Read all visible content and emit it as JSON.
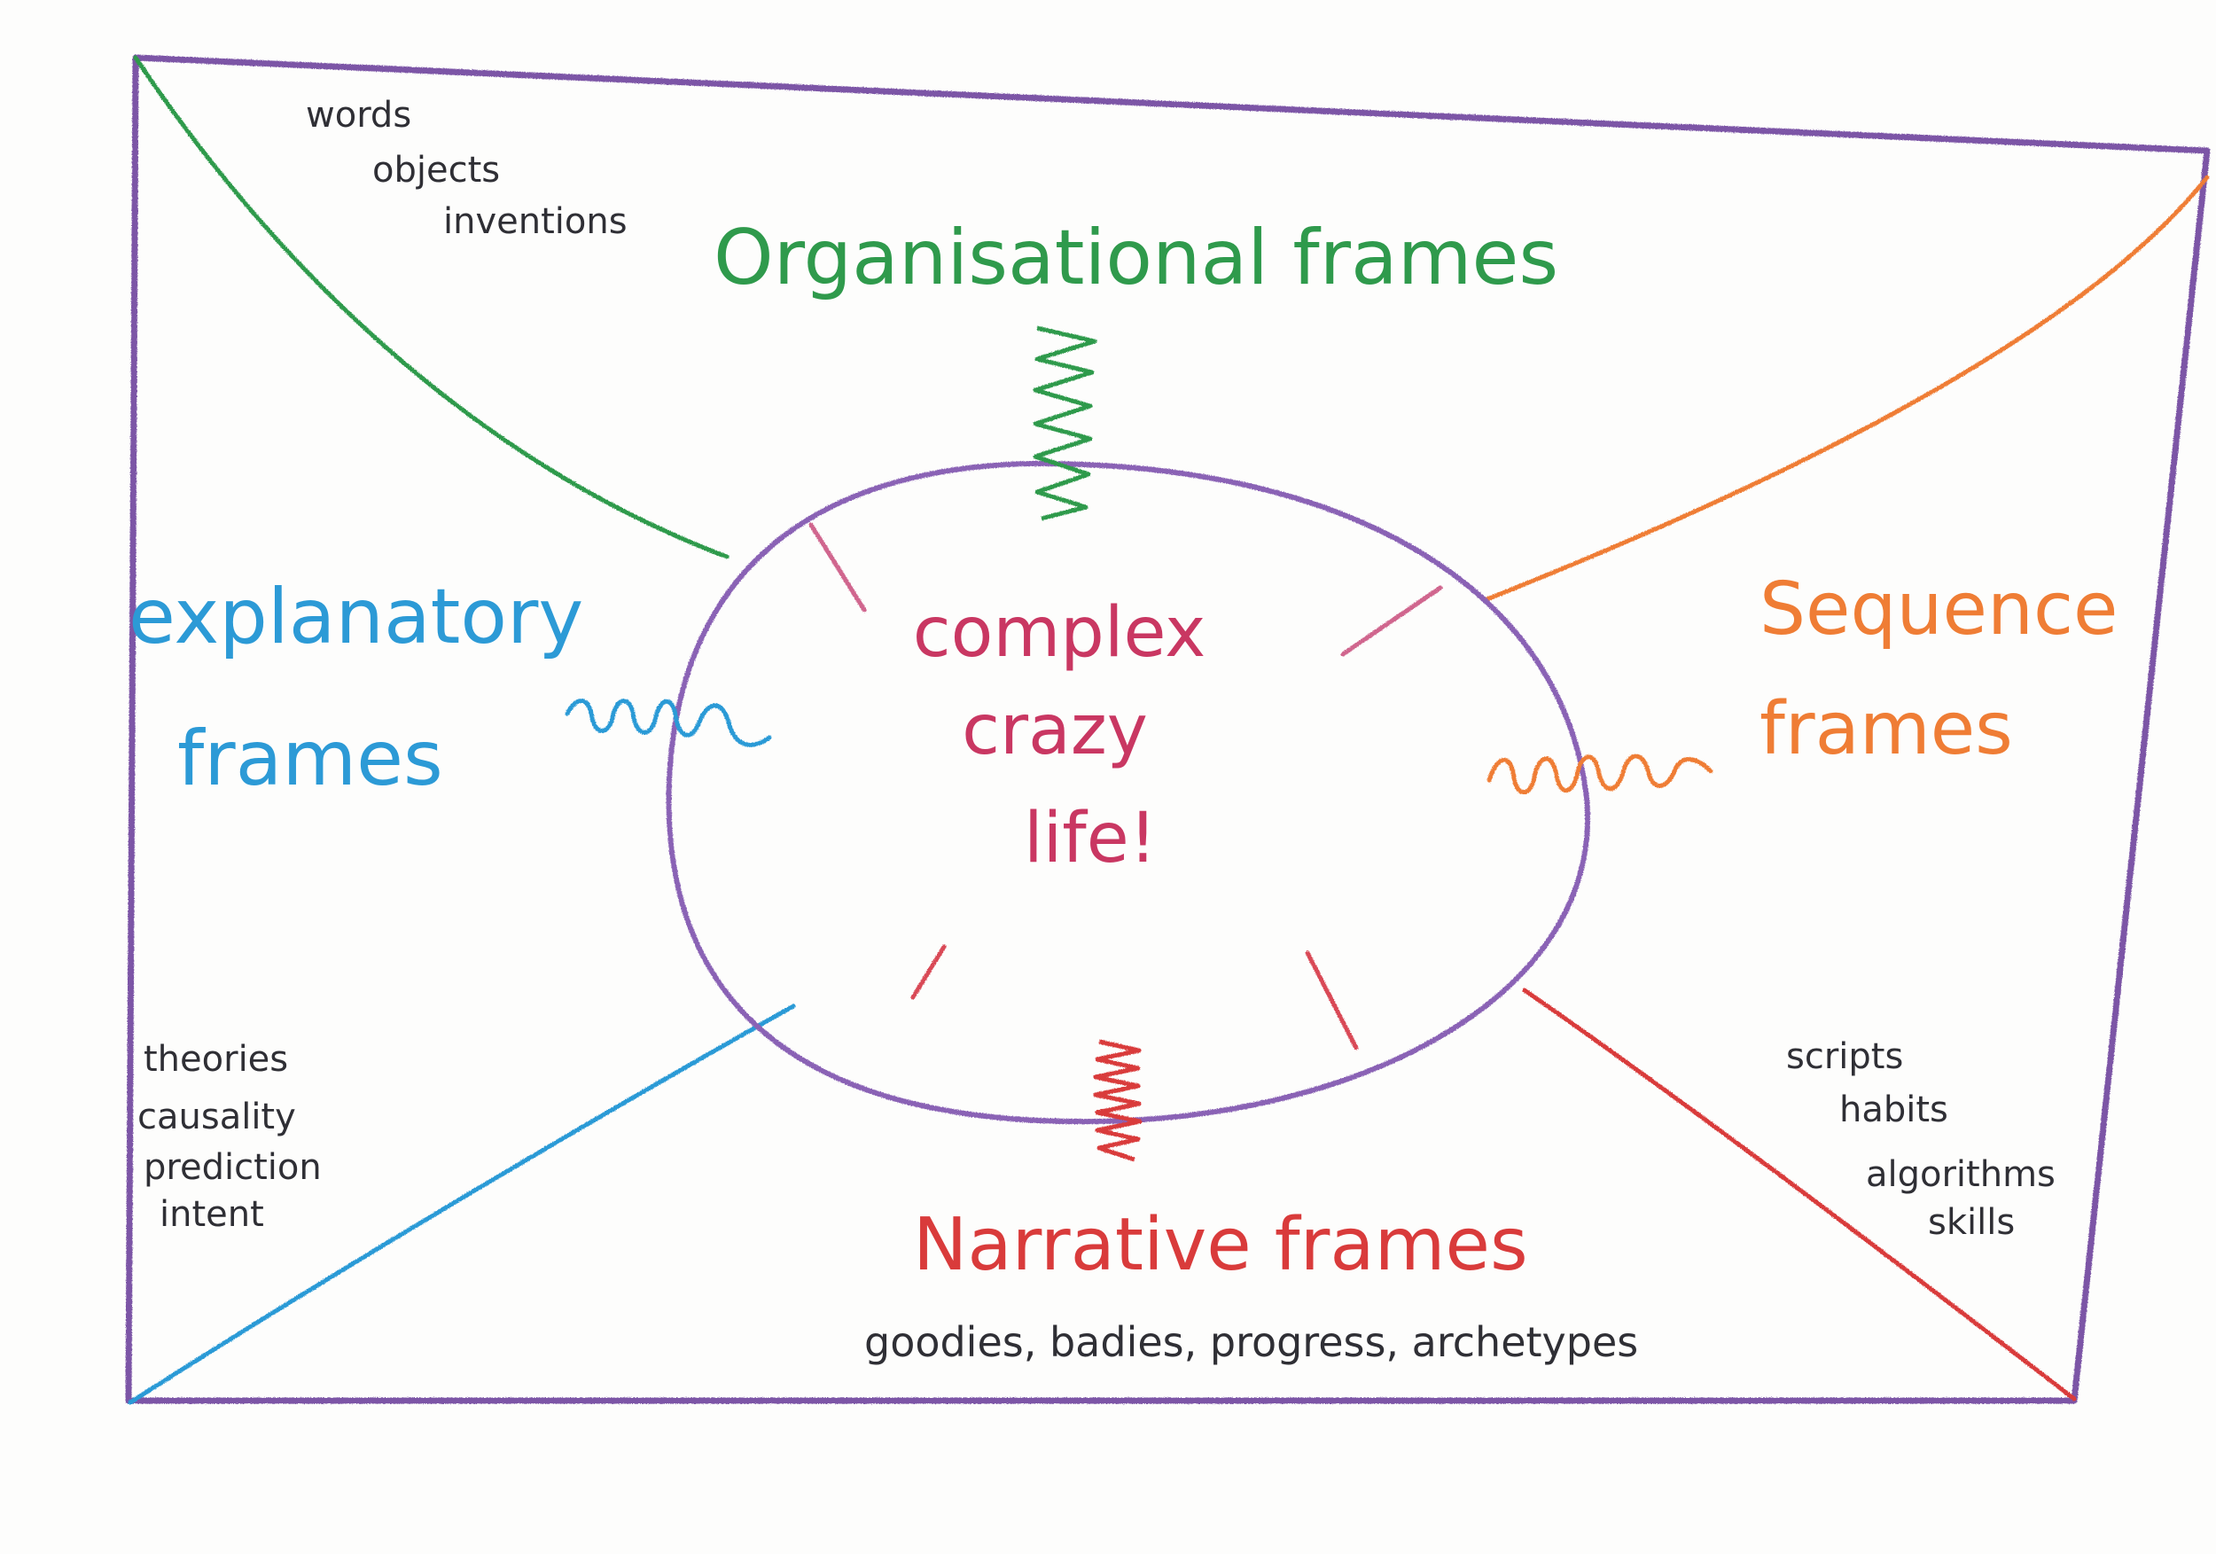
{
  "diagram": {
    "center": {
      "lines": [
        "complex",
        "crazy",
        "life!"
      ]
    },
    "frames": {
      "organisational": {
        "title": "Organisational frames",
        "examples": [
          "words",
          "objects",
          "inventions"
        ]
      },
      "explanatory": {
        "title_lines": [
          "explanatory",
          "frames"
        ],
        "examples": [
          "theories",
          "causality",
          "prediction",
          "intent"
        ]
      },
      "sequence": {
        "title_lines": [
          "Sequence",
          "frames"
        ],
        "examples": [
          "scripts",
          "habits",
          "algorithms",
          "skills"
        ]
      },
      "narrative": {
        "title": "Narrative frames",
        "examples_line": "goodies, badies, progress, archetypes"
      }
    },
    "colors": {
      "border": "#7b55a6",
      "ellipse": "#8a62b5",
      "organisational": "#2f9a4c",
      "explanatory": "#2c9ad6",
      "sequence": "#ef7d35",
      "narrative": "#d93b3b",
      "center_text": "#c93762",
      "annotation": "#2f2f35"
    }
  }
}
